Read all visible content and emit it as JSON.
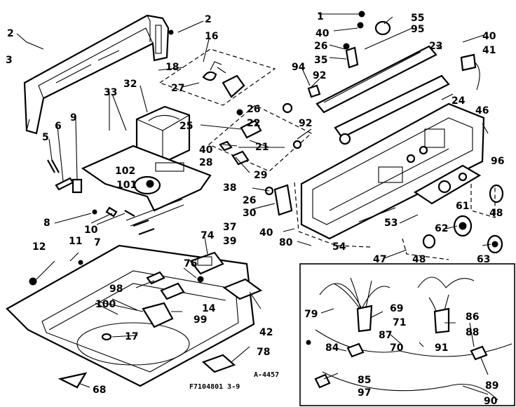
{
  "labels": {
    "l1": "1",
    "l2a": "2",
    "l2b": "2",
    "l3": "3",
    "l5": "5",
    "l6": "6",
    "l7": "7",
    "l8": "8",
    "l9": "9",
    "l10": "10",
    "l11": "11",
    "l12": "12",
    "l14": "14",
    "l16": "16",
    "l17": "17",
    "l18": "18",
    "l21": "21",
    "l22": "22",
    "l23": "23",
    "l24": "24",
    "l25": "25",
    "l26a": "26",
    "l26b": "26",
    "l26c": "26",
    "l27": "27",
    "l28": "28",
    "l29": "29",
    "l30": "30",
    "l32": "32",
    "l33": "33",
    "l35": "35",
    "l37": "37",
    "l38": "38",
    "l39": "39",
    "l40a": "40",
    "l40b": "40",
    "l40c": "40",
    "l40d": "40",
    "l41": "41",
    "l42": "42",
    "l46": "46",
    "l47": "47",
    "l48a": "48",
    "l48b": "48",
    "l53": "53",
    "l54": "54",
    "l55": "55",
    "l61": "61",
    "l62": "62",
    "l63": "63",
    "l68": "68",
    "l69": "69",
    "l70": "70",
    "l71": "71",
    "l74": "74",
    "l76": "76",
    "l78": "78",
    "l79": "79",
    "l80": "80",
    "l84": "84",
    "l85": "85",
    "l86": "86",
    "l87": "87",
    "l88": "88",
    "l89": "89",
    "l90": "90",
    "l91": "91",
    "l92a": "92",
    "l92b": "92",
    "l94": "94",
    "l95": "95",
    "l96": "96",
    "l97": "97",
    "l98": "98",
    "l99": "99",
    "l100": "100",
    "l101": "101",
    "l102": "102"
  },
  "footer": {
    "code": "F7104801 3-9",
    "ref": "A-4457"
  }
}
